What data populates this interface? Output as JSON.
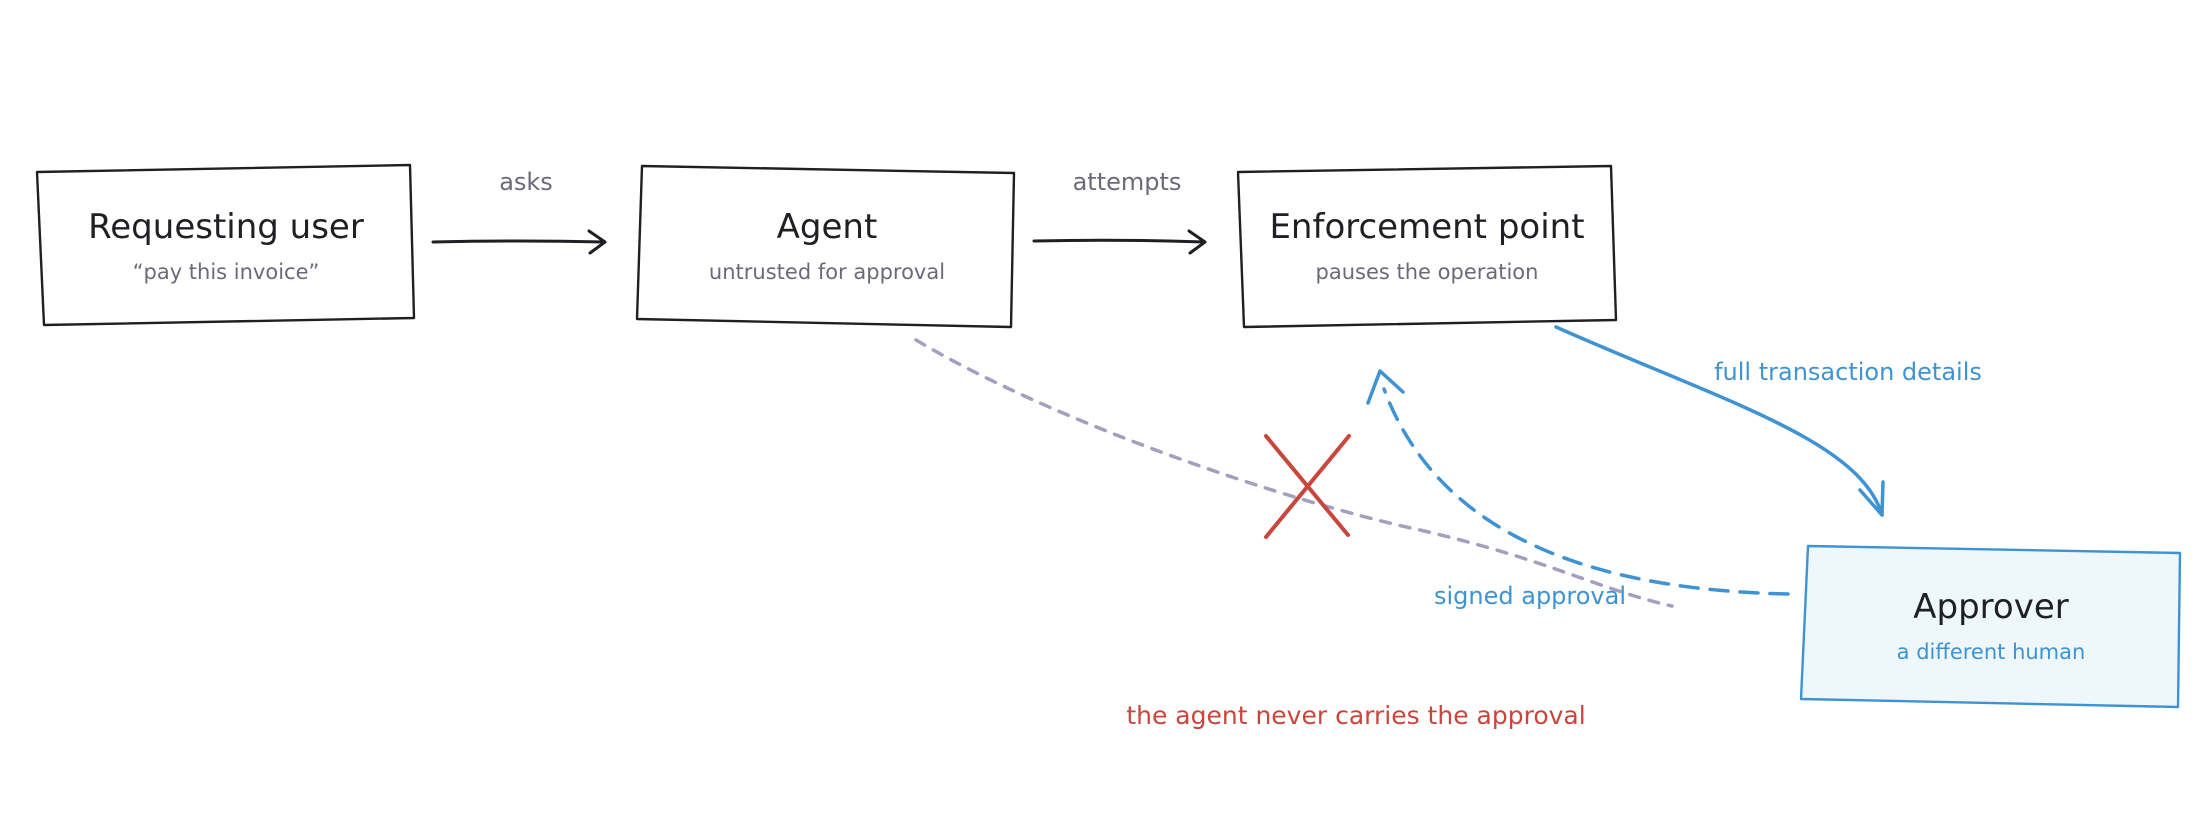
{
  "nodes": {
    "requesting_user": {
      "title": "Requesting user",
      "subtitle": "“pay this invoice”"
    },
    "agent": {
      "title": "Agent",
      "subtitle": "untrusted for approval"
    },
    "enforcement_point": {
      "title": "Enforcement point",
      "subtitle": "pauses the operation"
    },
    "approver": {
      "title": "Approver",
      "subtitle": "a different human"
    }
  },
  "edges": {
    "asks": "asks",
    "attempts": "attempts",
    "full_details": "full transaction details",
    "signed_approval": "signed approval"
  },
  "note": "the agent never carries the approval",
  "colors": {
    "ink": "#1f1f24",
    "muted": "#6a6a78",
    "blue": "#3f93d2",
    "approver_fill": "#eef7fc",
    "dashed_gray": "#a39fbf",
    "red": "#c9463c"
  }
}
